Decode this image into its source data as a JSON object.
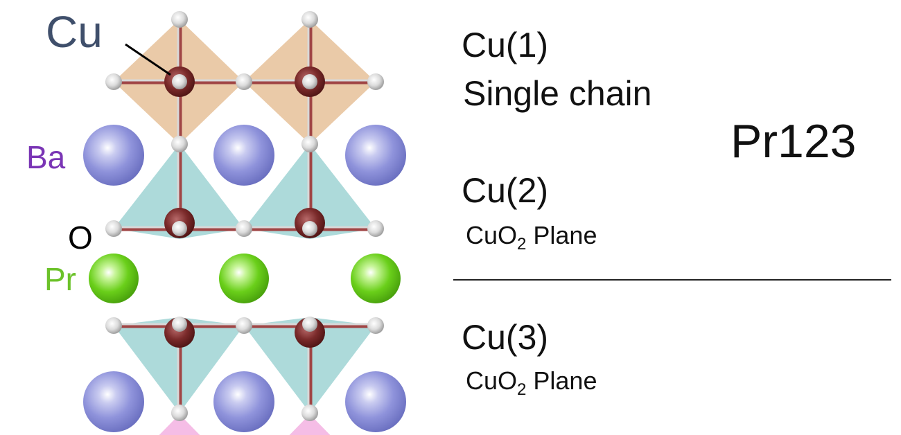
{
  "atom_labels": {
    "cu": "Cu",
    "ba": "Ba",
    "o": "O",
    "pr": "Pr"
  },
  "sites": {
    "cu1": {
      "title": "Cu(1)",
      "subtitle": "Single chain"
    },
    "cu2": {
      "title": "Cu(2)",
      "subtitle_main": "CuO",
      "subtitle_sub": "2",
      "subtitle_tail": " Plane"
    },
    "cu3": {
      "title": "Cu(3)",
      "subtitle_main": "CuO",
      "subtitle_sub": "2",
      "subtitle_tail": " Plane"
    }
  },
  "compound": "Pr123",
  "colors": {
    "cu_label": "#3f4f6b",
    "ba_label": "#7a35b5",
    "o_label": "#000000",
    "pr_label": "#6cc22a",
    "ba_atom": "#8f93db",
    "pr_atom": "#6acf1a",
    "cu_atom": "#7a2a2a",
    "o_atom": "#d9d9d9",
    "octahedron": "#e9c7a3",
    "pyramid": "#a9d8d8",
    "pink_polyhedron": "#f5bde6"
  }
}
